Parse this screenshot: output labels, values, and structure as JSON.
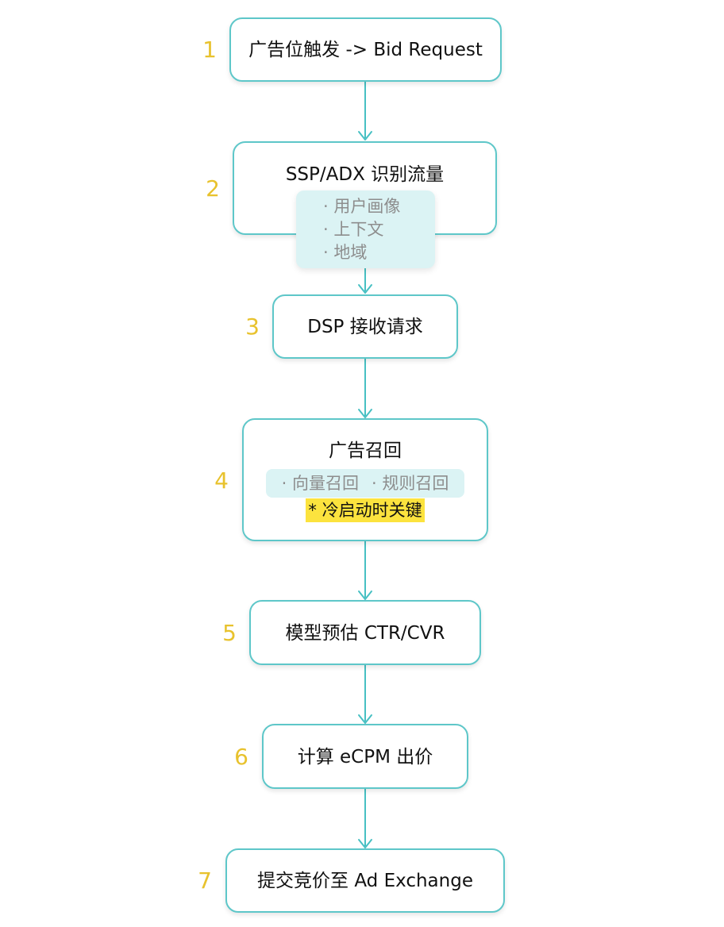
{
  "steps": [
    {
      "number": "1",
      "title": "广告位触发 -> Bid Request"
    },
    {
      "number": "2",
      "title": "SSP/ADX 识别流量",
      "details": [
        "· 用户画像",
        "· 上下文",
        "· 地域"
      ]
    },
    {
      "number": "3",
      "title": "DSP 接收请求"
    },
    {
      "number": "4",
      "title": "广告召回",
      "tags": [
        "· 向量召回",
        "· 规则召回"
      ],
      "note": "* 冷启动时关键"
    },
    {
      "number": "5",
      "title": "模型预估 CTR/CVR"
    },
    {
      "number": "6",
      "title": "计算 eCPM 出价"
    },
    {
      "number": "7",
      "title": "提交竞价至 Ad Exchange"
    }
  ],
  "colors": {
    "box_border": "#5ec7c9",
    "connector": "#47c0c3",
    "step_number": "#e8c22d",
    "detail_background": "#dbf3f4",
    "detail_text": "#8d8d8d",
    "note_highlight": "#fce33e"
  }
}
